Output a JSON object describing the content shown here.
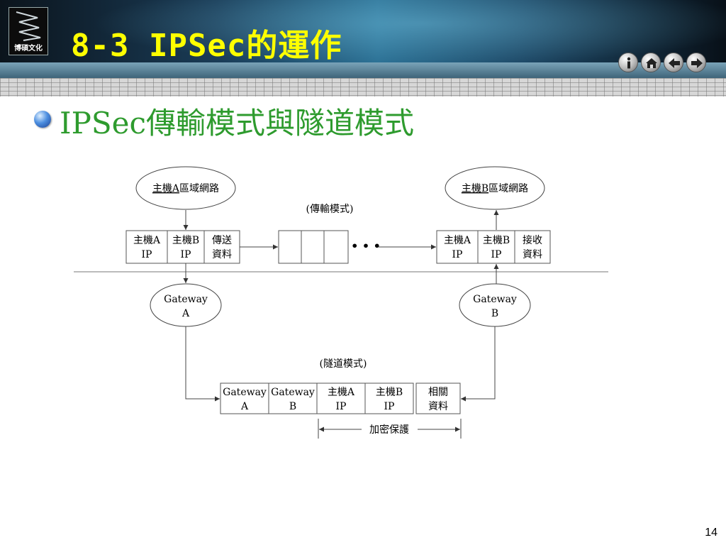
{
  "header": {
    "title": "8-3 IPSec的運作",
    "logo_text": "博碩文化",
    "colors": {
      "title": "#ffff00",
      "subtitle": "#2e9b2e"
    }
  },
  "nav": {
    "buttons": [
      {
        "icon": "info-icon"
      },
      {
        "icon": "home-icon"
      },
      {
        "icon": "back-arrow-icon"
      },
      {
        "icon": "forward-arrow-icon"
      }
    ]
  },
  "subtitle": "IPSec傳輸模式與隧道模式",
  "diagram": {
    "network_a": {
      "label_underlined": "主機A",
      "label_rest": "區域網路"
    },
    "network_b": {
      "label_underlined": "主機B",
      "label_rest": "區域網路"
    },
    "transport_mode_label": "(傳輸模式)",
    "tunnel_mode_label": "(隧道模式)",
    "send_packet": [
      {
        "line1": "主機A",
        "line2": "IP"
      },
      {
        "line1": "主機B",
        "line2": "IP"
      },
      {
        "line1": "傳送",
        "line2": "資料"
      }
    ],
    "receive_packet": [
      {
        "line1": "主機A",
        "line2": "IP"
      },
      {
        "line1": "主機B",
        "line2": "IP"
      },
      {
        "line1": "接收",
        "line2": "資料"
      }
    ],
    "ellipsis": "• • •",
    "gateway_a": {
      "line1": "Gateway",
      "line2": "A"
    },
    "gateway_b": {
      "line1": "Gateway",
      "line2": "B"
    },
    "tunnel_packet": [
      {
        "line1": "Gateway",
        "line2": "A"
      },
      {
        "line1": "Gateway",
        "line2": "B"
      },
      {
        "line1": "主機A",
        "line2": "IP"
      },
      {
        "line1": "主機B",
        "line2": "IP"
      },
      {
        "line1": "相關",
        "line2": "資料"
      }
    ],
    "encryption_label": "加密保護"
  },
  "page_number": "14"
}
